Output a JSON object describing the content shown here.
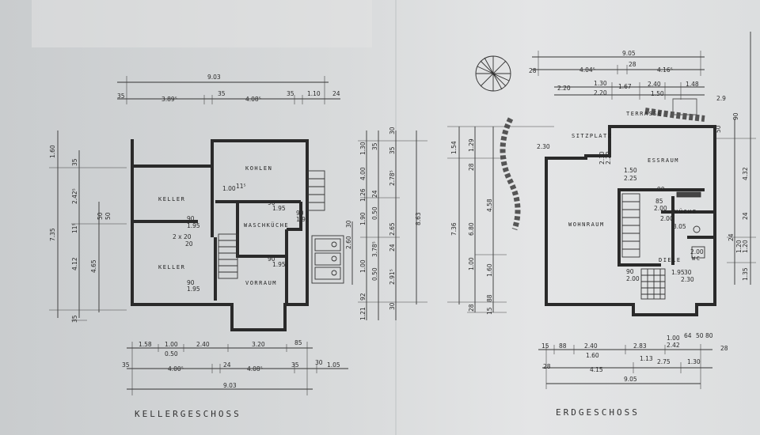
{
  "basement": {
    "title": "KELLERGESCHOSS",
    "rooms": {
      "keller_top": "KELLER",
      "keller_bottom": "KELLER",
      "kohlen": "KOHLEN",
      "waschkueche": "WASCHKÜCHE",
      "vorraum": "VORRAUM"
    },
    "top_dims": {
      "total": "9.03",
      "d1": "3.89⁵",
      "d2": "35",
      "d3": "4.08⁵",
      "d4": "35",
      "d5": "1.10",
      "d6": "24",
      "left": "35"
    },
    "bottom_dims": {
      "r1_1": "1.58",
      "r1_2": "1.00",
      "r1_3": "0.50",
      "r1_4": "2.40",
      "r1_5": "3.20",
      "r1_6": "85",
      "r2_1": "35",
      "r2_2": "4.00⁵",
      "r2_3": "24",
      "r2_4": "4.08⁵",
      "r2_5": "35",
      "r2_6": "30",
      "r2_7": "1.05",
      "total": "9.03"
    },
    "left_dims": {
      "d1": "1.60",
      "d2": "35",
      "d3": "2.42⁵",
      "d4": "7.35",
      "d5": "11⁵",
      "d6": "4.12",
      "d7": "4.65",
      "d8": "35",
      "d9": "50",
      "d10": "50"
    },
    "inner_dims": {
      "a": "1.00",
      "a2": "11⁵",
      "b": "90",
      "b2": "1.95",
      "c": "90",
      "c2": "1.95",
      "d": "2 x 20",
      "d2": "20",
      "e": "90",
      "e2": "1.95",
      "f": "90",
      "f2": "1.95",
      "g": "90",
      "g2": "1.95"
    },
    "right_dims": {
      "a": "1.30",
      "b": "4.00",
      "c": "1.26",
      "d": "35",
      "e": "30",
      "f": "24",
      "g": "2.78⁵",
      "h": "3.78⁵",
      "i": "2.65",
      "j": "1.90",
      "k": "0.50",
      "l": "24",
      "m": "2.91⁵",
      "n": "1.00",
      "o": "0.50",
      "p": "92",
      "q": "1.21",
      "r": "8.63",
      "s": "2.60",
      "t": "30",
      "u": "35",
      "v": "30"
    }
  },
  "ground": {
    "title": "ERDGESCHOSS",
    "rooms": {
      "terrasse": "TERRASSE",
      "sitzplatz": "SITZPLATZ",
      "essraum": "ESSRAUM",
      "wohnraum": "WOHNRAUM",
      "kueche": "KÜCHE",
      "diele": "DIELE",
      "wc": "WC"
    },
    "top_dims": {
      "total": "9.05",
      "a": "28",
      "b": "4.04⁵",
      "c": "28",
      "d": "4.16⁵",
      "e": "2.20",
      "f": "1.30",
      "g": "2.20",
      "h": "2.40",
      "i": "1.48",
      "j": "1.67",
      "k": "1.50"
    },
    "left_dims": {
      "a": "1.54",
      "b": "28",
      "c": "1.29",
      "d": "7.36",
      "e": "6.80",
      "f": "4.58",
      "g": "1.00",
      "h": "1.60",
      "i": "88",
      "j": "28",
      "k": "15"
    },
    "inner_dims": {
      "a": "2.30",
      "b": "1.50",
      "c": "2.25",
      "d": "2.30",
      "e": "2.20",
      "f": "85",
      "g": "2.00",
      "h": "3.05",
      "i": "90",
      "j": "2.00",
      "k": "90",
      "l": "2.00",
      "m": "2.30",
      "n": "1.95",
      "o": "30",
      "p": "2.00"
    },
    "bottom_dims": {
      "a": "15",
      "b": "88",
      "c": "2.40",
      "d": "1.60",
      "e": "2.83",
      "f": "1.00",
      "g": "2.42",
      "h": "64",
      "i": "50",
      "j": "80",
      "k": "28",
      "l": "4.15",
      "m": "1.13",
      "n": "2.75",
      "o": "1.30",
      "p": "28",
      "q": "9.05"
    },
    "right_dims": {
      "a": "90",
      "b": "50",
      "c": "4.32",
      "d": "24",
      "e": "24",
      "f": "1.20",
      "g": "1.20",
      "h": "1.35",
      "i": "2.9"
    }
  },
  "colors": {
    "paper": "#d8dadb",
    "ink": "#2a2a2a"
  }
}
